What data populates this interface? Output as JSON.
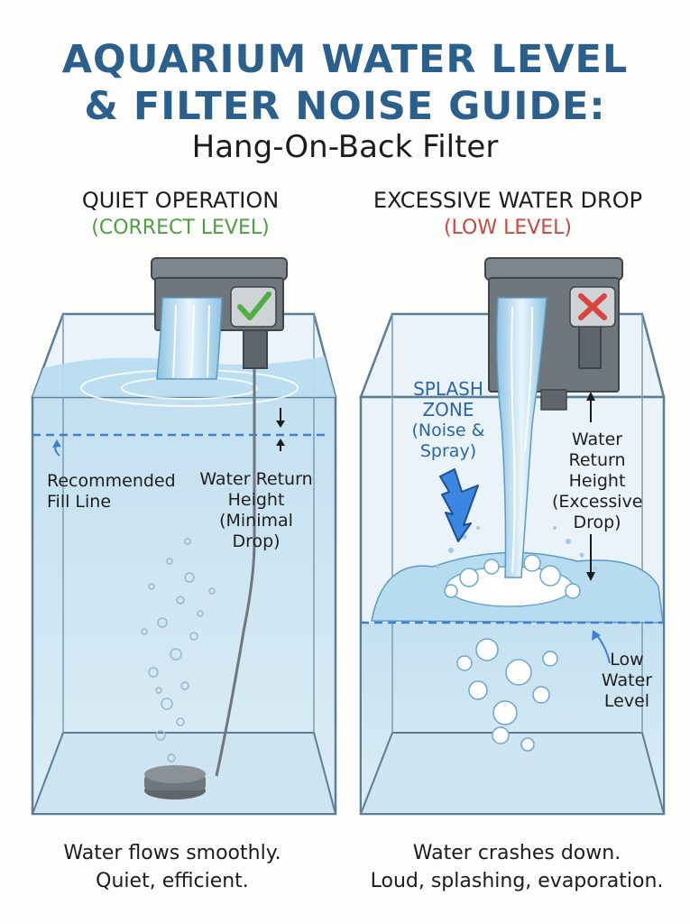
{
  "title": {
    "line1": "AQUARIUM WATER LEVEL",
    "line2": "& FILTER NOISE GUIDE:",
    "subtitle": "Hang-On-Back Filter"
  },
  "left_panel": {
    "heading": "QUIET OPERATION",
    "status": "(CORRECT LEVEL)",
    "status_color": "#4f9d45",
    "fill_line_label": [
      "Recommended",
      "Fill Line"
    ],
    "return_label": [
      "Water Return",
      "Height",
      "(Minimal Drop)"
    ],
    "caption": [
      "Water flows smoothly.",
      "Quiet, efficient."
    ],
    "indicator": "check-icon"
  },
  "right_panel": {
    "heading": "EXCESSIVE WATER DROP",
    "status": "(LOW LEVEL)",
    "status_color": "#c9483f",
    "splash_label": [
      "SPLASH",
      "ZONE"
    ],
    "splash_note": [
      "(Noise &",
      "Spray)"
    ],
    "return_label": [
      "Water",
      "Return",
      "Height",
      "(Excessive",
      "Drop)"
    ],
    "low_label": [
      "Low",
      "Water",
      "Level"
    ],
    "caption": [
      "Water crashes down.",
      "Loud, splashing, evaporation."
    ],
    "indicator": "x-icon"
  },
  "colors": {
    "title": "#2b5f8c",
    "water": "#cfe6f3",
    "glass_edge": "#5b7e96",
    "filter_body": "#6f767c",
    "fill_line": "#3f7fd1",
    "bolt": "#3a86e0"
  }
}
